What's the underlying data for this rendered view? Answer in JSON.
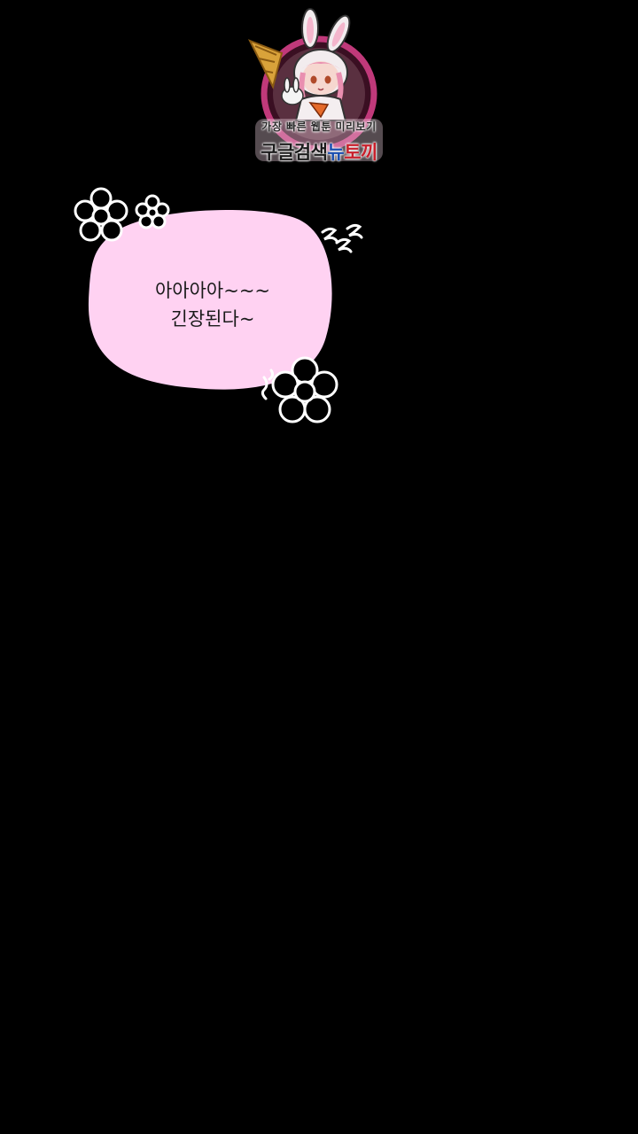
{
  "watermark": {
    "tagline": "가장 빠른 웹툰 미리보기",
    "brand_part1": "구글검색",
    "brand_part2": "뉴",
    "brand_part3": "토끼",
    "ring_color": "#c0397a",
    "badge_color": "#f3d6e4"
  },
  "speech_bubble": {
    "line1": "아아아아~~~",
    "line2": "긴장된다~",
    "fill_color": "#ffd2f2"
  },
  "background_color": "#000000"
}
